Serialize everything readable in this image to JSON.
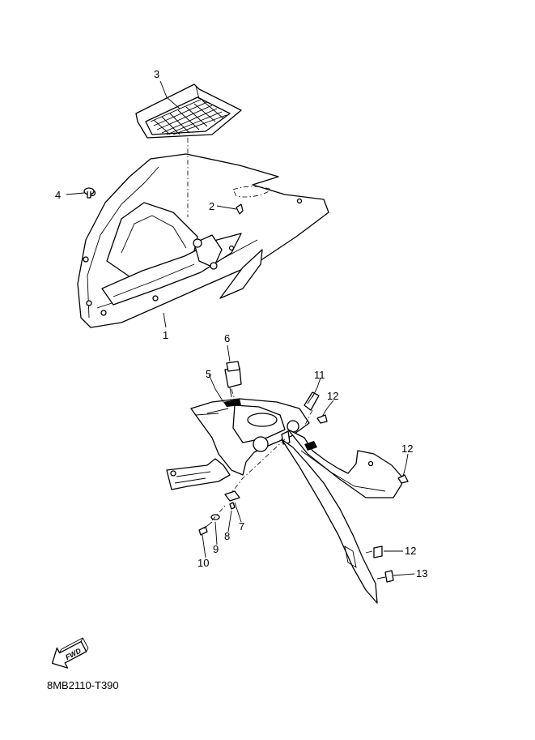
{
  "diagram_code": "8MB2110-T390",
  "fwd_label": "FWD",
  "callouts": [
    {
      "id": "c1",
      "label": "1"
    },
    {
      "id": "c2",
      "label": "2"
    },
    {
      "id": "c3",
      "label": "3"
    },
    {
      "id": "c4",
      "label": "4"
    },
    {
      "id": "c5",
      "label": "5"
    },
    {
      "id": "c6",
      "label": "6"
    },
    {
      "id": "c7",
      "label": "7"
    },
    {
      "id": "c8",
      "label": "8"
    },
    {
      "id": "c9",
      "label": "9"
    },
    {
      "id": "c10",
      "label": "10"
    },
    {
      "id": "c11",
      "label": "11"
    },
    {
      "id": "c12a",
      "label": "12"
    },
    {
      "id": "c12b",
      "label": "12"
    },
    {
      "id": "c12c",
      "label": "12"
    },
    {
      "id": "c13",
      "label": "13"
    }
  ]
}
